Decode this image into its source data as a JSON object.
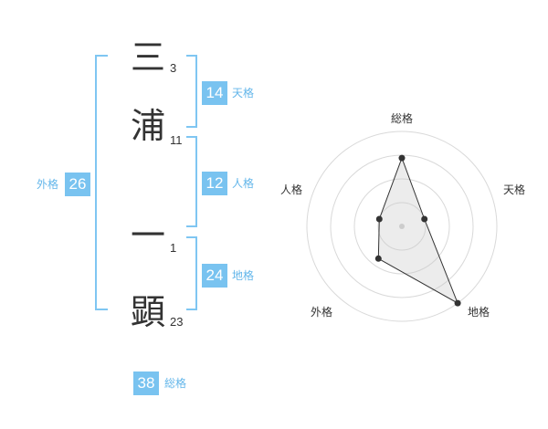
{
  "name": {
    "chars": [
      {
        "char": "三",
        "strokes": "3"
      },
      {
        "char": "浦",
        "strokes": "11"
      },
      {
        "char": "一",
        "strokes": "1"
      },
      {
        "char": "顕",
        "strokes": "23"
      }
    ]
  },
  "scores": {
    "tenkaku": {
      "value": "14",
      "label": "天格"
    },
    "jinkaku": {
      "value": "12",
      "label": "人格"
    },
    "chikaku": {
      "value": "24",
      "label": "地格"
    },
    "gaikaku": {
      "value": "26",
      "label": "外格"
    },
    "soukaku": {
      "value": "38",
      "label": "総格"
    }
  },
  "radar": {
    "axes": [
      "総格",
      "天格",
      "地格",
      "外格",
      "人格"
    ],
    "values": [
      0.72,
      0.25,
      1.0,
      0.42,
      0.25
    ]
  }
}
